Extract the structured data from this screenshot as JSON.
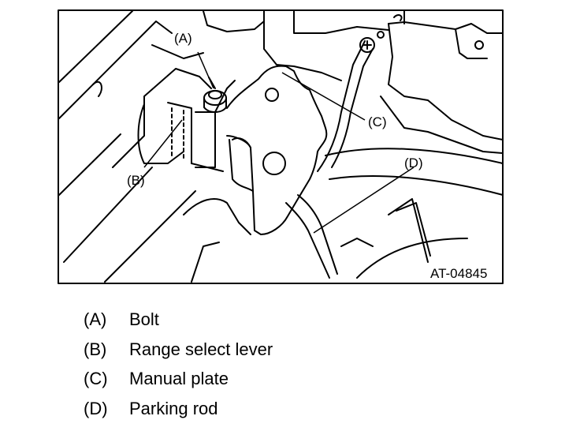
{
  "figure": {
    "id": "AT-04845",
    "callouts": {
      "a": "(A)",
      "b": "(B)",
      "c": "(C)",
      "d": "(D)"
    }
  },
  "legend": [
    {
      "key": "(A)",
      "label": "Bolt"
    },
    {
      "key": "(B)",
      "label": "Range select lever"
    },
    {
      "key": "(C)",
      "label": "Manual plate"
    },
    {
      "key": "(D)",
      "label": "Parking rod"
    }
  ]
}
